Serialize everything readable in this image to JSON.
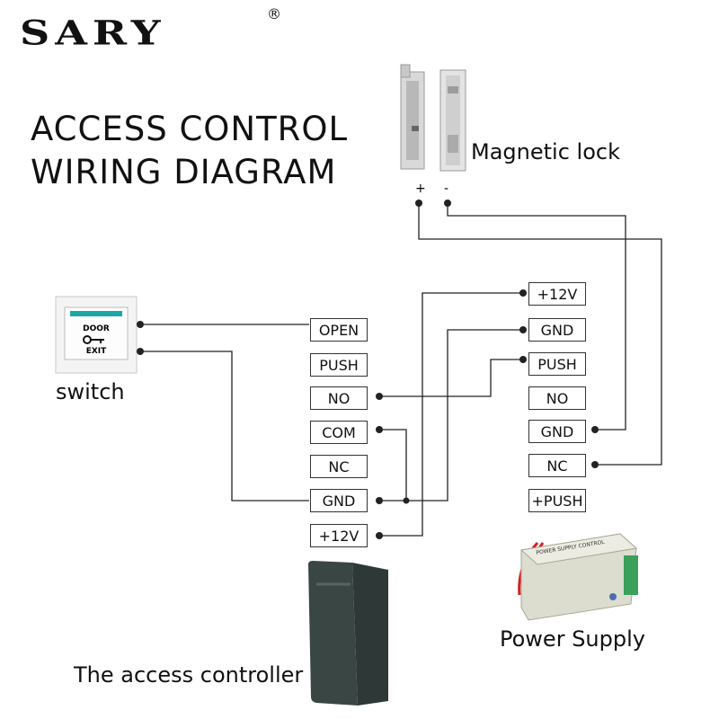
{
  "brand": {
    "name": "SARY",
    "registered": "®"
  },
  "title": {
    "line1": "ACCESS CONTROL",
    "line2": "WIRING DIAGRAM"
  },
  "labels": {
    "magnetic_lock": "Magnetic lock",
    "switch": "switch",
    "power_supply": "Power Supply",
    "access_controller": "The access controller",
    "lock_plus": "+",
    "lock_minus": "-"
  },
  "exit_button": {
    "top": "DOOR",
    "bottom": "EXIT"
  },
  "controller_terminals": [
    "OPEN",
    "PUSH",
    "NO",
    "COM",
    "NC",
    "GND",
    "+12V"
  ],
  "power_terminals": [
    "+12V",
    "GND",
    "PUSH",
    "NO",
    "GND",
    "NC",
    "+PUSH"
  ],
  "power_unit_text": {
    "header": "POWER SUPPLY CONTROL"
  },
  "colors": {
    "wire": "#222222",
    "terminal_border": "#333333",
    "controller_body": "#3a4644",
    "power_body": "#dcdccf",
    "red_wire": "#d42020",
    "green_block": "#3aa05a"
  }
}
